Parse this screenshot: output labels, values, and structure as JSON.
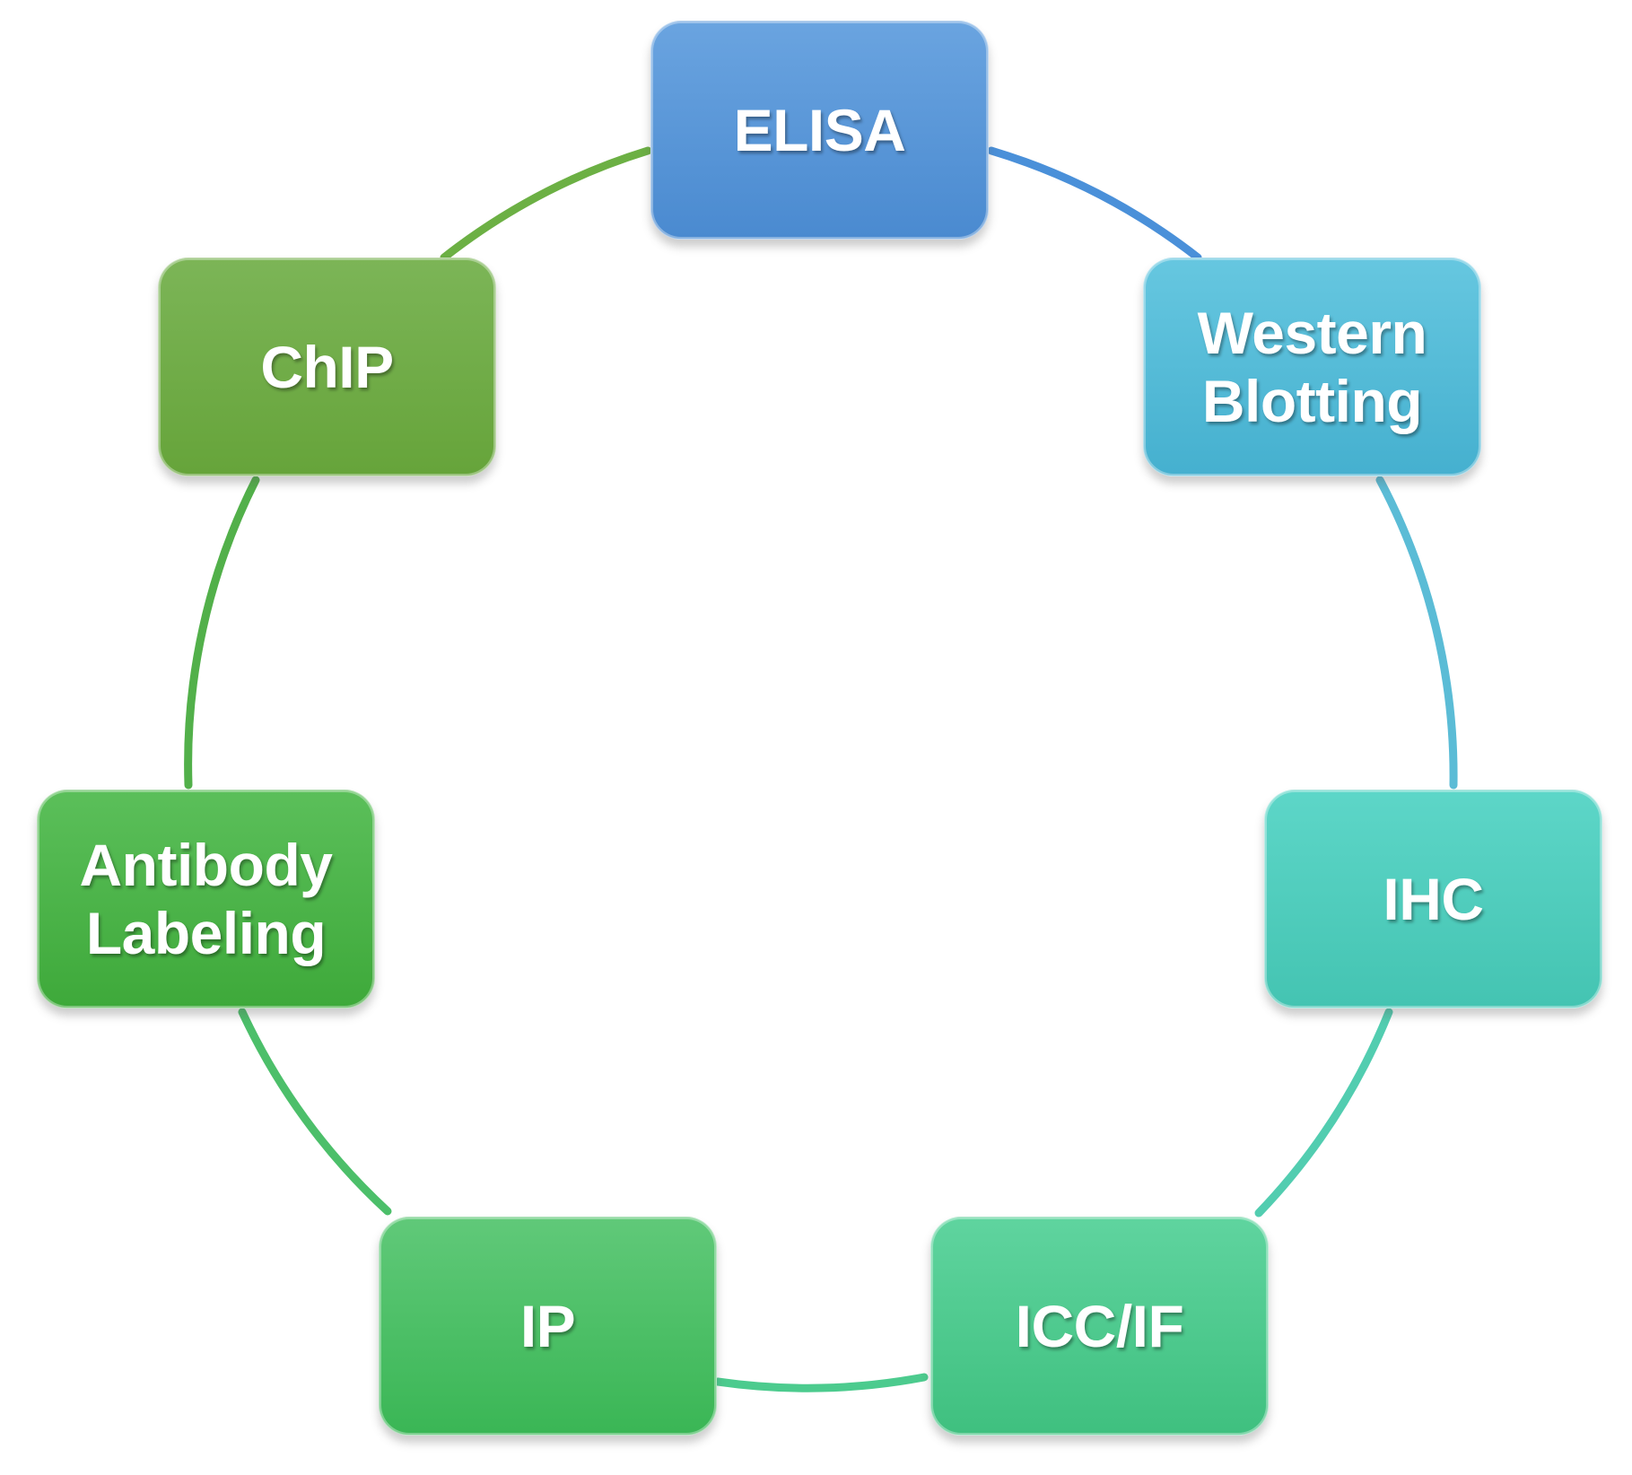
{
  "diagram": {
    "type": "cycle",
    "nodes": [
      {
        "id": "elisa",
        "label": "ELISA",
        "color": "#559ad9"
      },
      {
        "id": "western",
        "label": "Western\nBlotting",
        "color": "#52bcd6"
      },
      {
        "id": "ihc",
        "label": "IHC",
        "color": "#4ecdbd"
      },
      {
        "id": "icc",
        "label": "ICC/IF",
        "color": "#4ccb90"
      },
      {
        "id": "ip",
        "label": "IP",
        "color": "#4abf68"
      },
      {
        "id": "antibody",
        "label": "Antibody\nLabeling",
        "color": "#4cb448"
      },
      {
        "id": "chip",
        "label": "ChIP",
        "color": "#70ad48"
      }
    ],
    "ring_colors": {
      "elisa_to_western": "#4a90d9",
      "western_to_ihc": "#5bbcd6",
      "ihc_to_icc": "#52cdb0",
      "icc_to_ip": "#4ccb8e",
      "ip_to_antibody": "#4cbf6a",
      "antibody_to_chip": "#52b04a",
      "chip_to_elisa": "#6cb044"
    }
  }
}
